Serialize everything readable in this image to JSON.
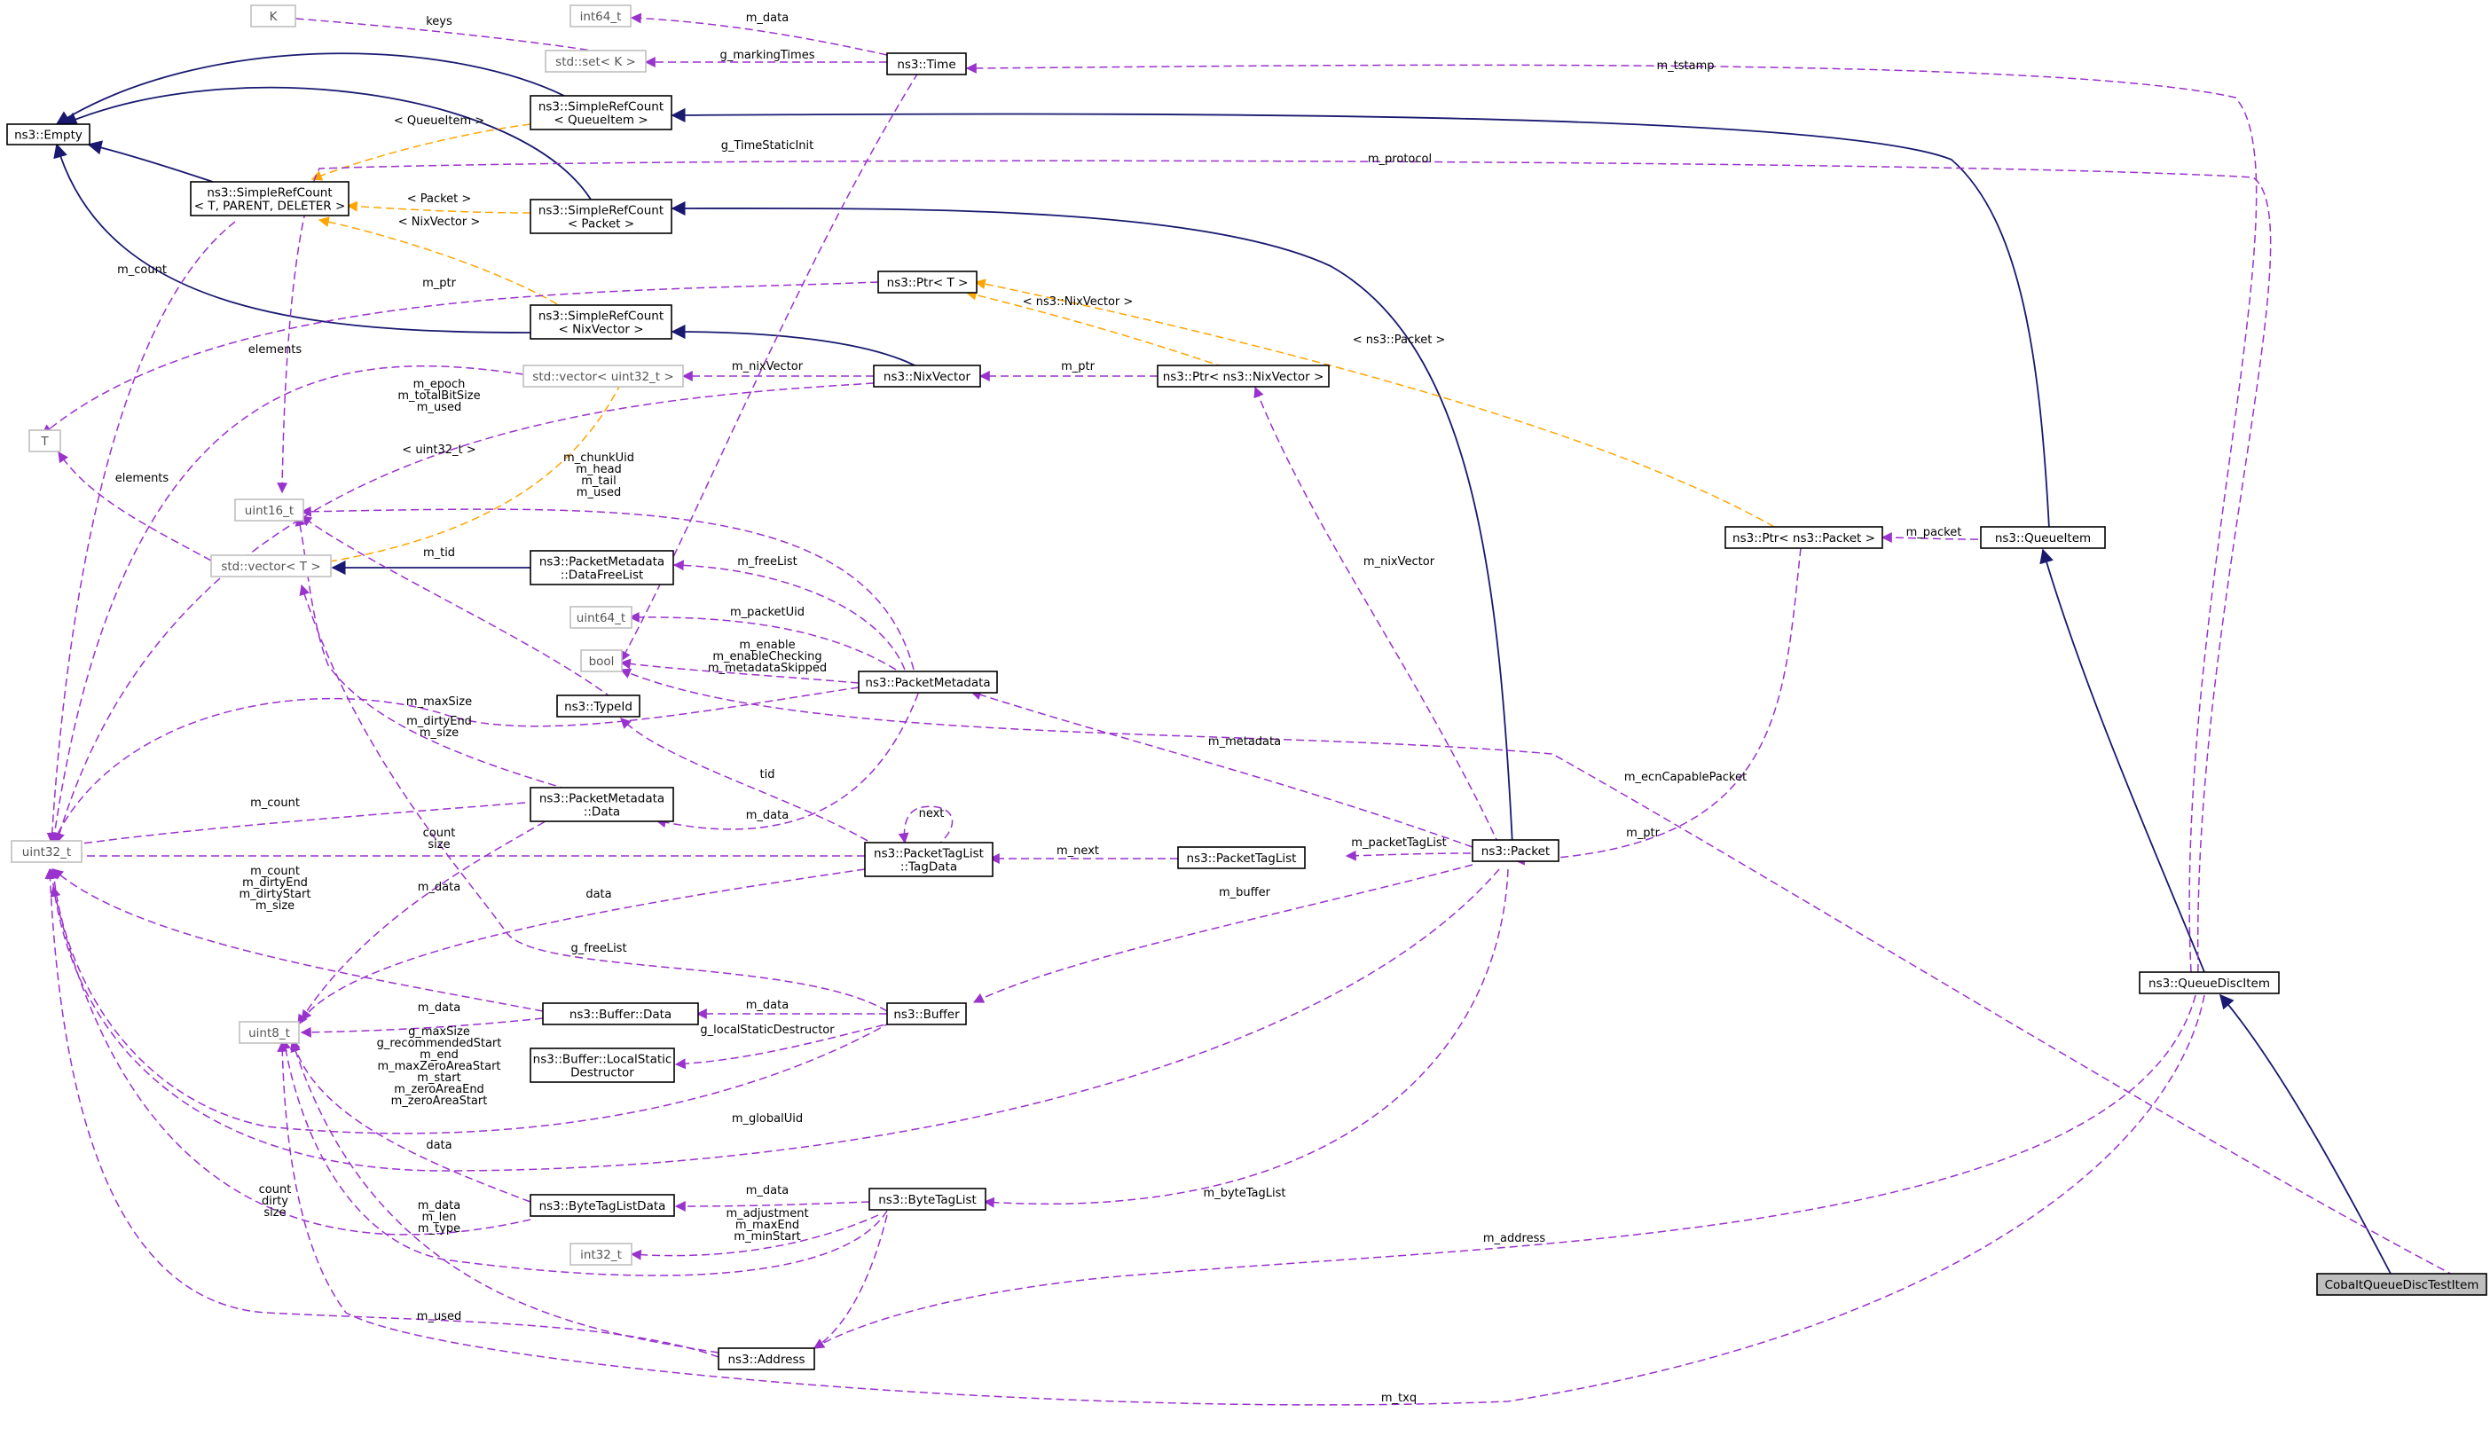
{
  "nodes": {
    "k": "K",
    "int64": "int64_t",
    "set_k": "std::set< K >",
    "time": "ns3::Time",
    "empty": "ns3::Empty",
    "src_queueitem": [
      "ns3::SimpleRefCount",
      "< QueueItem >"
    ],
    "src_tpd": [
      "ns3::SimpleRefCount",
      "< T, PARENT, DELETER >"
    ],
    "src_packet": [
      "ns3::SimpleRefCount",
      "< Packet >"
    ],
    "ptr_t": "ns3::Ptr< T >",
    "src_nixvector": [
      "ns3::SimpleRefCount",
      "< NixVector >"
    ],
    "vector_u32": "std::vector< uint32_t >",
    "nixvector": "ns3::NixVector",
    "ptr_nixvector": "ns3::Ptr< ns3::NixVector >",
    "t": "T",
    "uint16": "uint16_t",
    "vector_t": "std::vector< T >",
    "pm_datafreelist": [
      "ns3::PacketMetadata",
      "::DataFreeList"
    ],
    "uint64": "uint64_t",
    "bool": "bool",
    "packetmetadata": "ns3::PacketMetadata",
    "typeid": "ns3::TypeId",
    "ptr_packet": "ns3::Ptr< ns3::Packet >",
    "queueitem": "ns3::QueueItem",
    "pm_data": [
      "ns3::PacketMetadata",
      "::Data"
    ],
    "uint32": "uint32_t",
    "ptl_tagdata": [
      "ns3::PacketTagList",
      "::TagData"
    ],
    "packettaglist": "ns3::PacketTagList",
    "packet": "ns3::Packet",
    "uint8": "uint8_t",
    "buffer_data": "ns3::Buffer::Data",
    "buffer": "ns3::Buffer",
    "buffer_lsd": [
      "ns3::Buffer::LocalStatic",
      "Destructor"
    ],
    "queuediscitem": "ns3::QueueDiscItem",
    "btl_data": "ns3::ByteTagListData",
    "bytetaglist": "ns3::ByteTagList",
    "int32": "int32_t",
    "address": "ns3::Address",
    "cobalt": "CobaltQueueDiscTestItem"
  },
  "edge_labels": {
    "keys": [
      "keys"
    ],
    "m_data_time": [
      "m_data"
    ],
    "g_markingTimes": [
      "g_markingTimes"
    ],
    "m_tstamp": [
      "m_tstamp"
    ],
    "tpl_queueitem": [
      "< QueueItem >"
    ],
    "m_protocol": [
      "m_protocol"
    ],
    "g_TimeStaticInit": [
      "g_TimeStaticInit"
    ],
    "tpl_packet": [
      "< Packet >"
    ],
    "tpl_nixvector": [
      "< NixVector >"
    ],
    "m_count_src": [
      "m_count"
    ],
    "m_ptr_t": [
      "m_ptr"
    ],
    "tpl_ns3nixvector": [
      "< ns3::NixVector >"
    ],
    "tpl_ns3packet": [
      "< ns3::Packet >"
    ],
    "elements_u32": [
      "elements"
    ],
    "m_nixVector_vec": [
      "m_nixVector"
    ],
    "m_ptr_nix": [
      "m_ptr"
    ],
    "nix_fields": [
      "m_epoch",
      "m_totalBitSize",
      "m_used"
    ],
    "elements_t": [
      "elements"
    ],
    "tpl_uint32": [
      "< uint32_t >"
    ],
    "pm_u16": [
      "m_chunkUid",
      "m_head",
      "m_tail",
      "m_used"
    ],
    "m_tid": [
      "m_tid"
    ],
    "m_freeList": [
      "m_freeList"
    ],
    "m_packet": [
      "m_packet"
    ],
    "m_nixVector_pkt": [
      "m_nixVector"
    ],
    "m_packetUid": [
      "m_packetUid"
    ],
    "pm_bool": [
      "m_enable",
      "m_enableChecking",
      "m_metadataSkipped"
    ],
    "m_maxSize": [
      "m_maxSize"
    ],
    "pmd_u16": [
      "m_dirtyEnd",
      "m_size"
    ],
    "m_metadata": [
      "m_metadata"
    ],
    "m_ecnCapablePacket": [
      "m_ecnCapablePacket"
    ],
    "tid": [
      "tid"
    ],
    "m_count_pmd": [
      "m_count"
    ],
    "next": [
      "next"
    ],
    "m_data_pm": [
      "m_data"
    ],
    "ptl_u32": [
      "count",
      "size"
    ],
    "m_ptr_pkt": [
      "m_ptr"
    ],
    "m_packetTagList": [
      "m_packetTagList"
    ],
    "m_next": [
      "m_next"
    ],
    "m_data_u8": [
      "m_data"
    ],
    "buffer_data_u32": [
      "m_count",
      "m_dirtyEnd",
      "m_dirtyStart",
      "m_size"
    ],
    "data_tag": [
      "data"
    ],
    "m_buffer": [
      "m_buffer"
    ],
    "g_freeList": [
      "g_freeList"
    ],
    "m_data_buf": [
      "m_data"
    ],
    "m_data_bd": [
      "m_data"
    ],
    "g_localStaticDestructor": [
      "g_localStaticDestructor"
    ],
    "buffer_u32": [
      "g_maxSize",
      "g_recommendedStart",
      "m_end",
      "m_maxZeroAreaStart",
      "m_start",
      "m_zeroAreaEnd",
      "m_zeroAreaStart"
    ],
    "m_globalUid": [
      "m_globalUid"
    ],
    "data_btl": [
      "data"
    ],
    "m_data_btl": [
      "m_data"
    ],
    "btl_u32": [
      "count",
      "dirty",
      "size"
    ],
    "btl_fields": [
      "m_data",
      "m_len",
      "m_type"
    ],
    "m_byteTagList": [
      "m_byteTagList"
    ],
    "btl_i32": [
      "m_adjustment",
      "m_maxEnd",
      "m_minStart"
    ],
    "m_address": [
      "m_address"
    ],
    "m_used": [
      "m_used"
    ],
    "m_txq": [
      "m_txq"
    ]
  },
  "colors": {
    "inheritance": "#191970",
    "usage": "#9a32cd",
    "template": "#ffa500",
    "selected_fill": "#bfbfbf",
    "external_border": "#bfbfbf"
  }
}
